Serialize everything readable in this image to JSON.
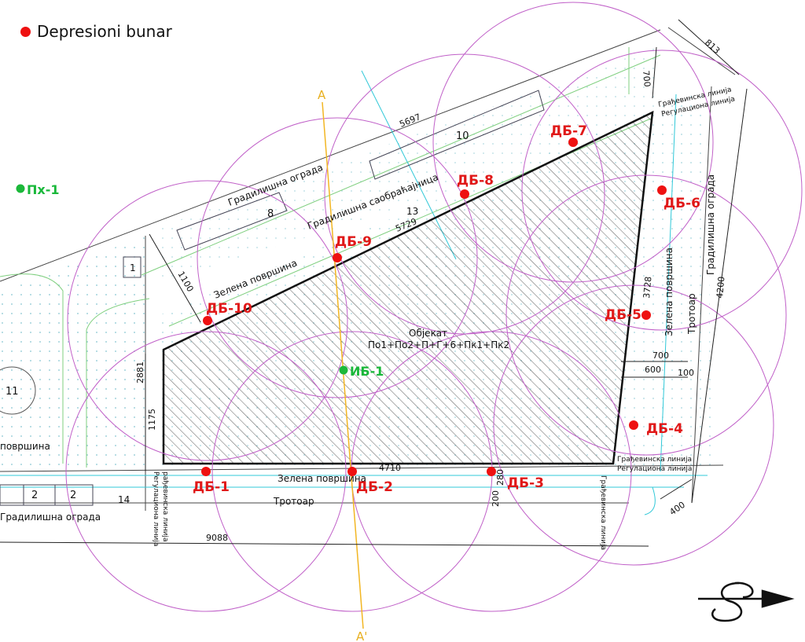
{
  "legend": {
    "label": "Depresioni bunar",
    "color": "#ee1111"
  },
  "colors": {
    "well": "#ee1111",
    "piezometer": "#1cb83a",
    "radius": "#c060c8",
    "green_line": "#7fcf7f",
    "section": "#f2b623",
    "cyan": "#30c8d8"
  },
  "wells": [
    {
      "label": "ДБ-1"
    },
    {
      "label": "ДБ-2"
    },
    {
      "label": "ДБ-3"
    },
    {
      "label": "ДБ-4"
    },
    {
      "label": "ДБ-5"
    },
    {
      "label": "ДБ-6"
    },
    {
      "label": "ДБ-7"
    },
    {
      "label": "ДБ-8"
    },
    {
      "label": "ДБ-9"
    },
    {
      "label": "ДБ-10"
    }
  ],
  "piezometers": [
    {
      "label": "Пх-1"
    },
    {
      "label": "ИБ-1"
    }
  ],
  "section": {
    "start": "A",
    "end": "A'"
  },
  "texts": {
    "fence_top": "Градилишна ограда",
    "site_traffic": "Градилишна саобраћајница",
    "green_nw": "Зелена површина",
    "green_s": "Зелена површина",
    "green_e": "Зелена површина",
    "green_w": "површина",
    "sidewalk_s": "Тротоар",
    "sidewalk_e": "Тротоар",
    "fence_e": "Градилишна ограда",
    "fence_s": "Градилишна ограда",
    "object": "Објекат",
    "object_levels": "По1+По2+П+Г+6+Пк1+Пк2",
    "building_line_se": "Грађевинска линија",
    "regulation_line_se": "Регулациона линија",
    "building_line_ne": "Грађевинска линија",
    "regulation_line_ne": "Регулациона линија",
    "building_line_s": "Грађевинска линија",
    "regulation_line_w": "Регулациона линија",
    "building_line_w": "рађевинска линија"
  },
  "labels": {
    "n1": "1",
    "n2a": "2",
    "n2b": "2",
    "n8": "8",
    "n10": "10",
    "n11": "11",
    "n13": "13",
    "n14": "14"
  },
  "dimensions": {
    "d5697": "5697",
    "d5729": "5729",
    "d813": "813",
    "d700_top": "700",
    "d1100": "1100",
    "d2881": "2881",
    "d1175": "1175",
    "d4710": "4710",
    "d9088": "9088",
    "d280": "280",
    "d200": "200",
    "d3728": "3728",
    "d4200": "4200",
    "d700_e": "700",
    "d600": "600",
    "d100": "100",
    "d400": "400"
  }
}
